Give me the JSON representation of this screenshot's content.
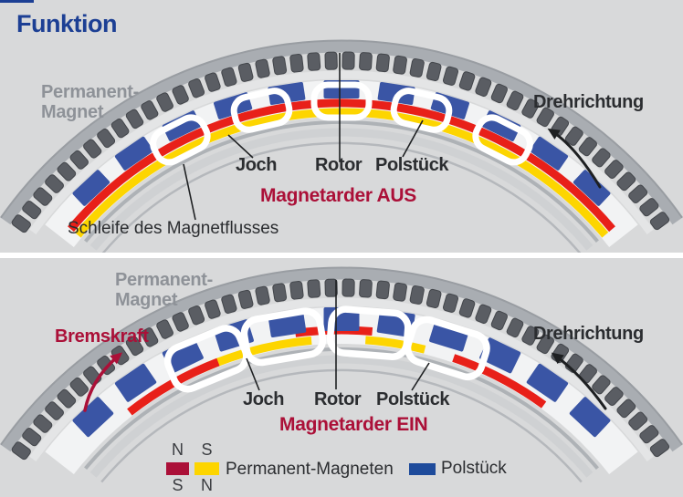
{
  "title": "Funktion",
  "palette": {
    "background": "#d8d9da",
    "divider_white": "#ffffff",
    "title_blue": "#1c3f94",
    "label_gray": "#8e9298",
    "text_black": "#2b2d30",
    "crimson": "#ab1038",
    "magnet_red": "#e82019",
    "magnet_yellow": "#fdd500",
    "pole_blue": "#3a55a5",
    "rotor_teeth_gray": "#5a5d63",
    "rim_gray": "#a9adb2",
    "flux_loop_white": "#ffffff"
  },
  "panel_off": {
    "permanent_magnet": {
      "line1": "Permanent-",
      "line2": "Magnet"
    },
    "direction_label": "Drehrichtung",
    "joch_label": "Joch",
    "rotor_label": "Rotor",
    "polstueck_label": "Polstück",
    "status_label": "Magnetarder AUS",
    "flux_label": "Schleife des Magnetflusses"
  },
  "panel_on": {
    "permanent_magnet": {
      "line1": "Permanent-",
      "line2": "Magnet"
    },
    "brake_label": "Bremskraft",
    "direction_label": "Drehrichtung",
    "joch_label": "Joch",
    "rotor_label": "Rotor",
    "polstueck_label": "Polstück",
    "status_label": "Magnetarder EIN"
  },
  "legend": {
    "red_magnet": {
      "pole_top": "N",
      "pole_bottom": "S",
      "color": "#ab1038"
    },
    "yellow_magnet": {
      "pole_top": "S",
      "pole_bottom": "N",
      "color": "#fdd500"
    },
    "magnets_label": "Permanent-Magneten",
    "pole_piece": {
      "color": "#1e4b9b",
      "label": "Polstück"
    }
  }
}
